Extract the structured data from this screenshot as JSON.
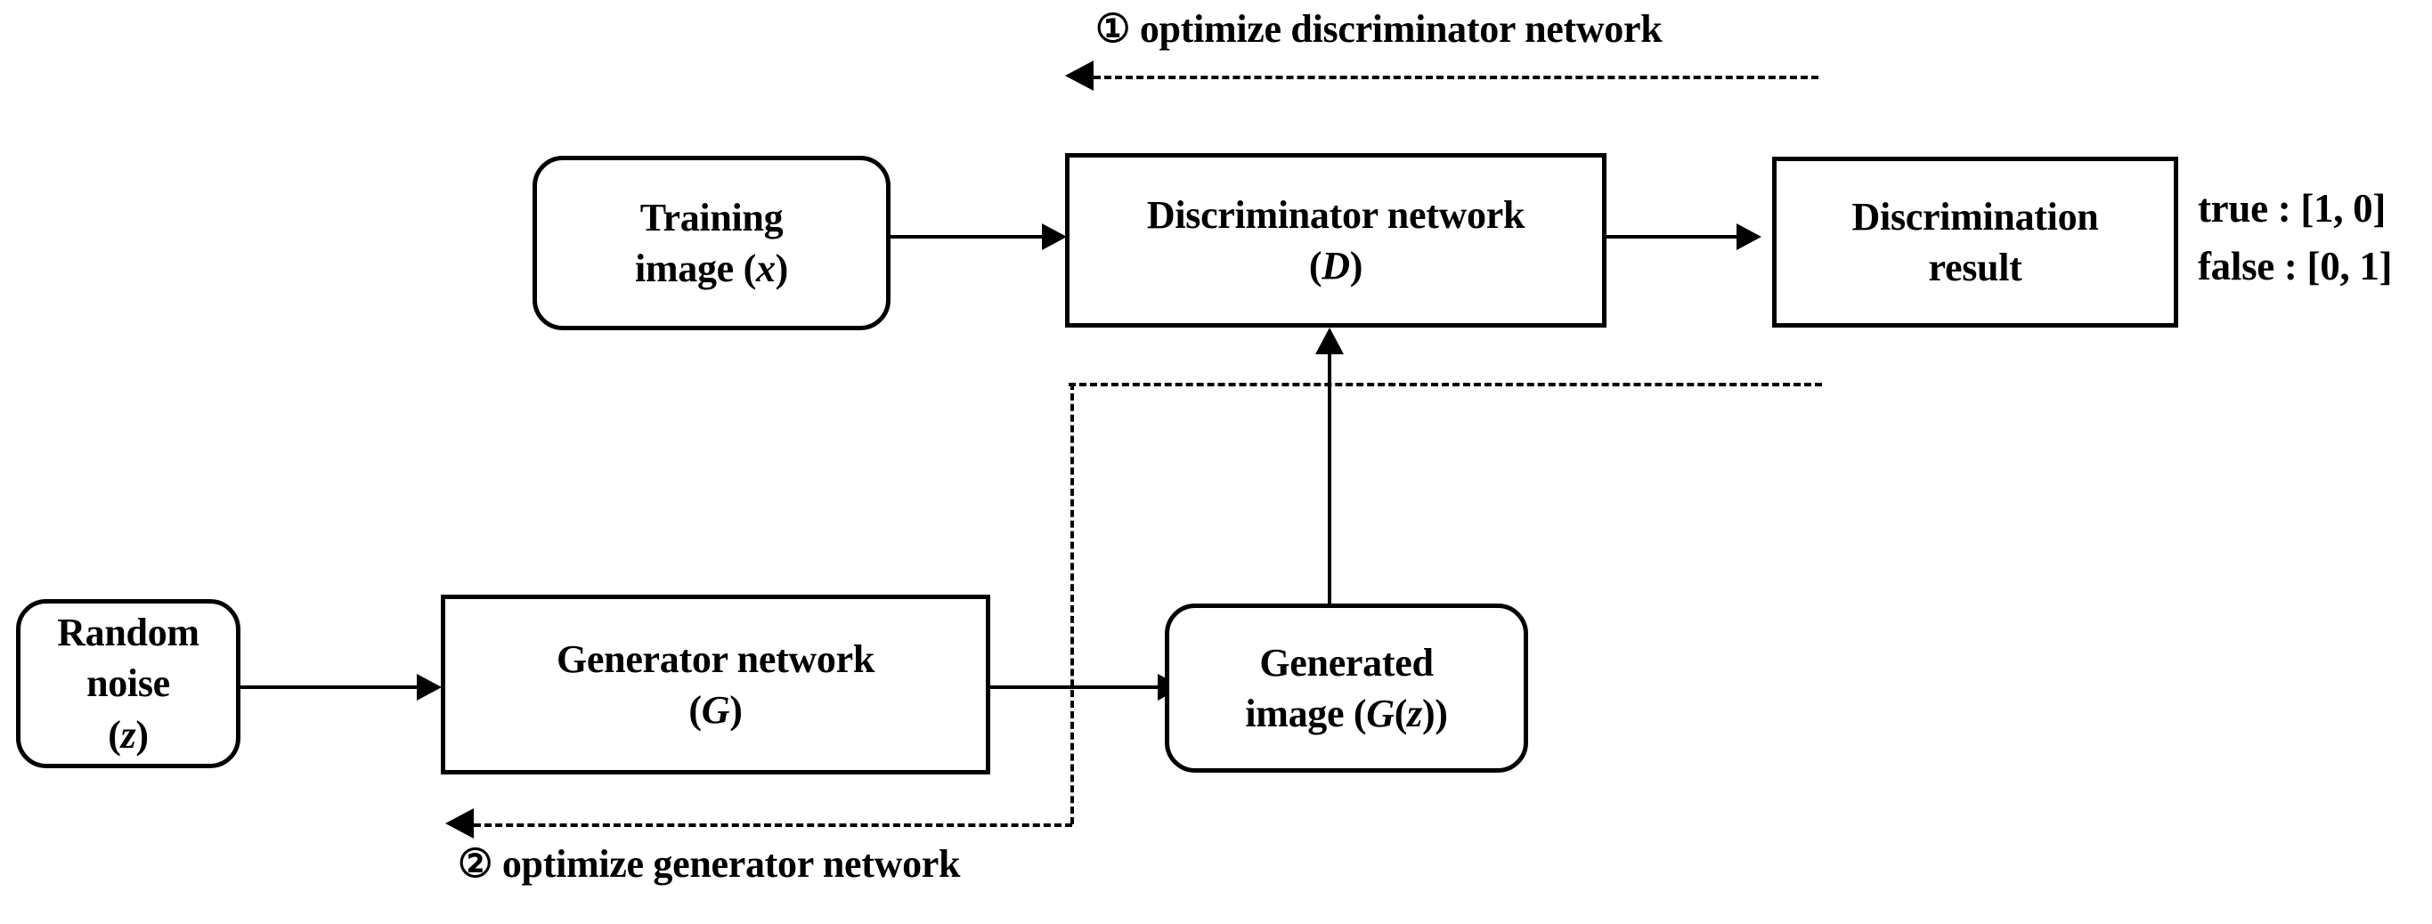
{
  "diagram": {
    "title": "GAN training flow diagram",
    "colors": {
      "stroke": "#000000",
      "background": "#ffffff"
    },
    "nodes": {
      "training_image": {
        "line1": "Training",
        "line2": "image (",
        "var": "x",
        "line2_end": ")"
      },
      "discriminator": {
        "line1": "Discriminator network",
        "open": "(",
        "var": "D",
        "close": ")"
      },
      "discrimination_result": {
        "line1": "Discrimination",
        "line2": "result"
      },
      "random_noise": {
        "line1": "Random",
        "line2": "noise",
        "open": "(",
        "var": "z",
        "close": ")"
      },
      "generator": {
        "line1": "Generator network",
        "open": "(",
        "var": "G",
        "close": ")"
      },
      "generated_image": {
        "line1": "Generated",
        "line2": "image (",
        "var1": "G",
        "mid": "(",
        "var2": "z",
        "close": "))"
      }
    },
    "legend": {
      "true_label": "true  : [1, 0]",
      "false_label": "false : [0, 1]"
    },
    "flows": {
      "optimize_discriminator": "① optimize discriminator network",
      "optimize_generator": "② optimize generator network"
    },
    "icons": {
      "arrow_right": "arrow-right-icon",
      "arrow_left": "arrow-left-icon",
      "arrow_up": "arrow-up-icon"
    }
  }
}
